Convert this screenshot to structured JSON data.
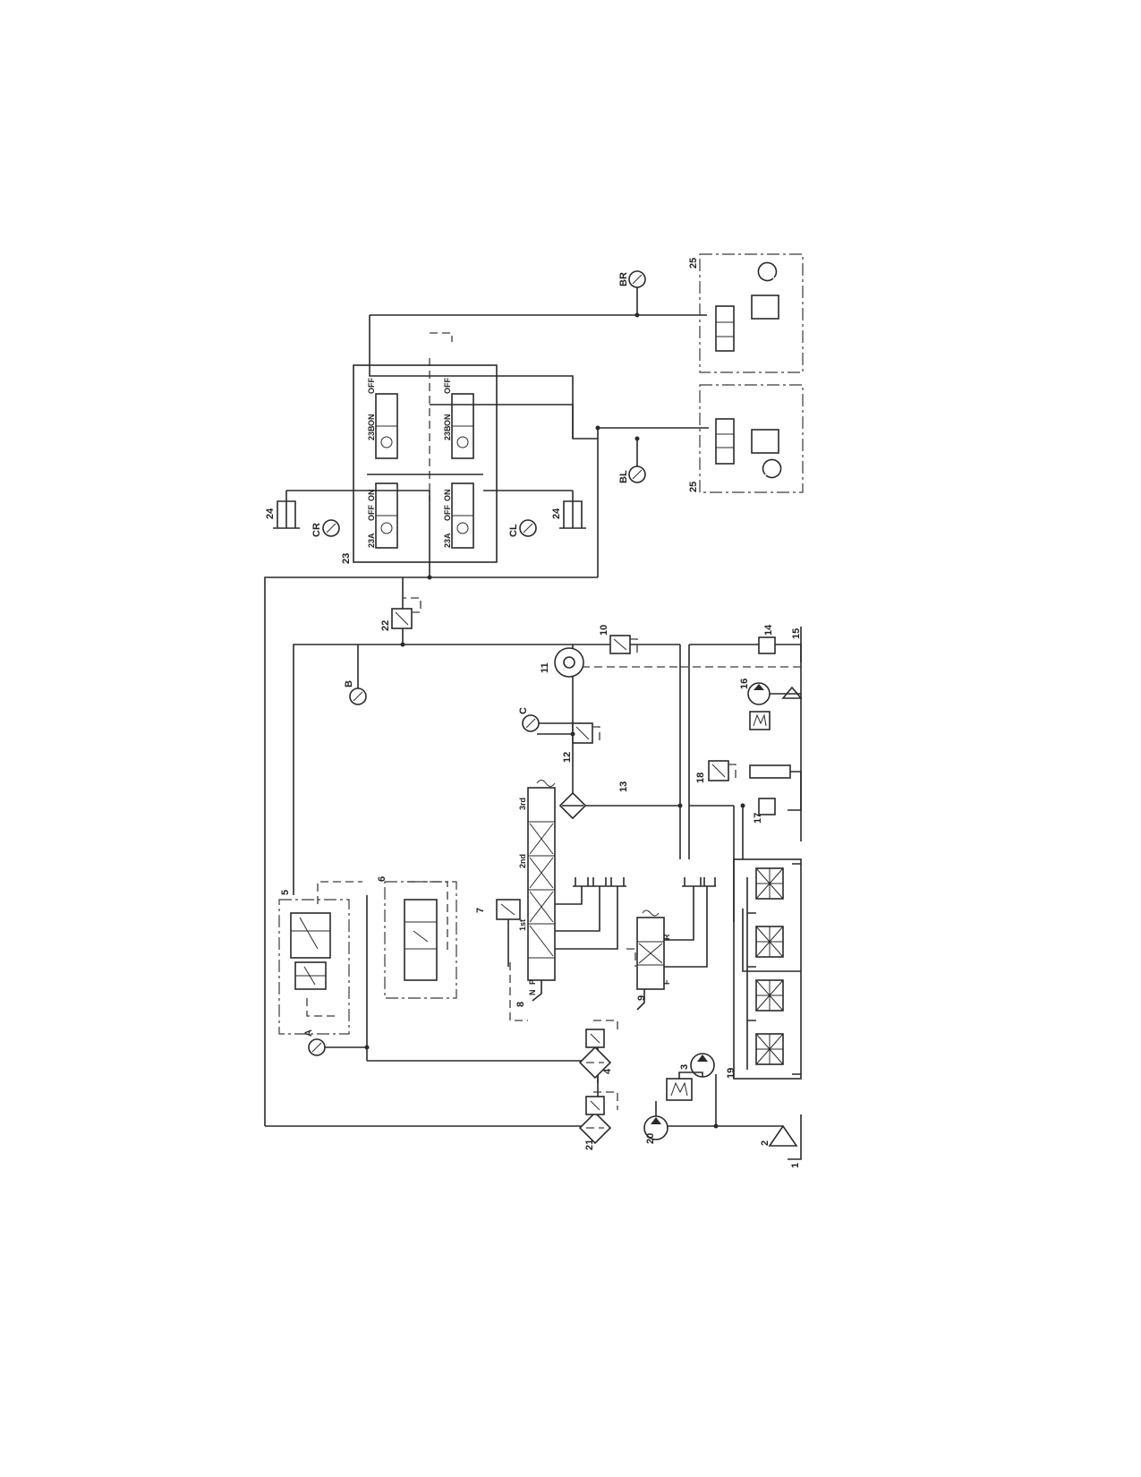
{
  "labels": {
    "n1": "1",
    "n2": "2",
    "n3": "3",
    "n4": "4",
    "n5": "5",
    "n6": "6",
    "n7": "7",
    "n8": "8",
    "n9": "9",
    "n10": "10",
    "n11": "11",
    "n12": "12",
    "n13": "13",
    "n14": "14",
    "n15": "15",
    "n16": "16",
    "n17": "17",
    "n18": "18",
    "n19": "19",
    "n20": "20",
    "n21": "21",
    "n22": "22",
    "n23": "23",
    "n23a_top": "23A",
    "n23a_bot": "23A",
    "n23b_top": "23B",
    "n23b_bot": "23B",
    "n24_top": "24",
    "n24_bot": "24",
    "n25_left": "25",
    "n25_right": "25"
  },
  "gauges": {
    "a": "A",
    "b": "B",
    "c": "C",
    "cr": "CR",
    "cl": "CL",
    "bl": "BL",
    "br": "BR"
  },
  "valve_text": {
    "off": "OFF",
    "on": "ON",
    "first": "1st",
    "second": "2nd",
    "third": "3rd",
    "n": "N",
    "p": "P",
    "f": "F",
    "r": "R"
  }
}
